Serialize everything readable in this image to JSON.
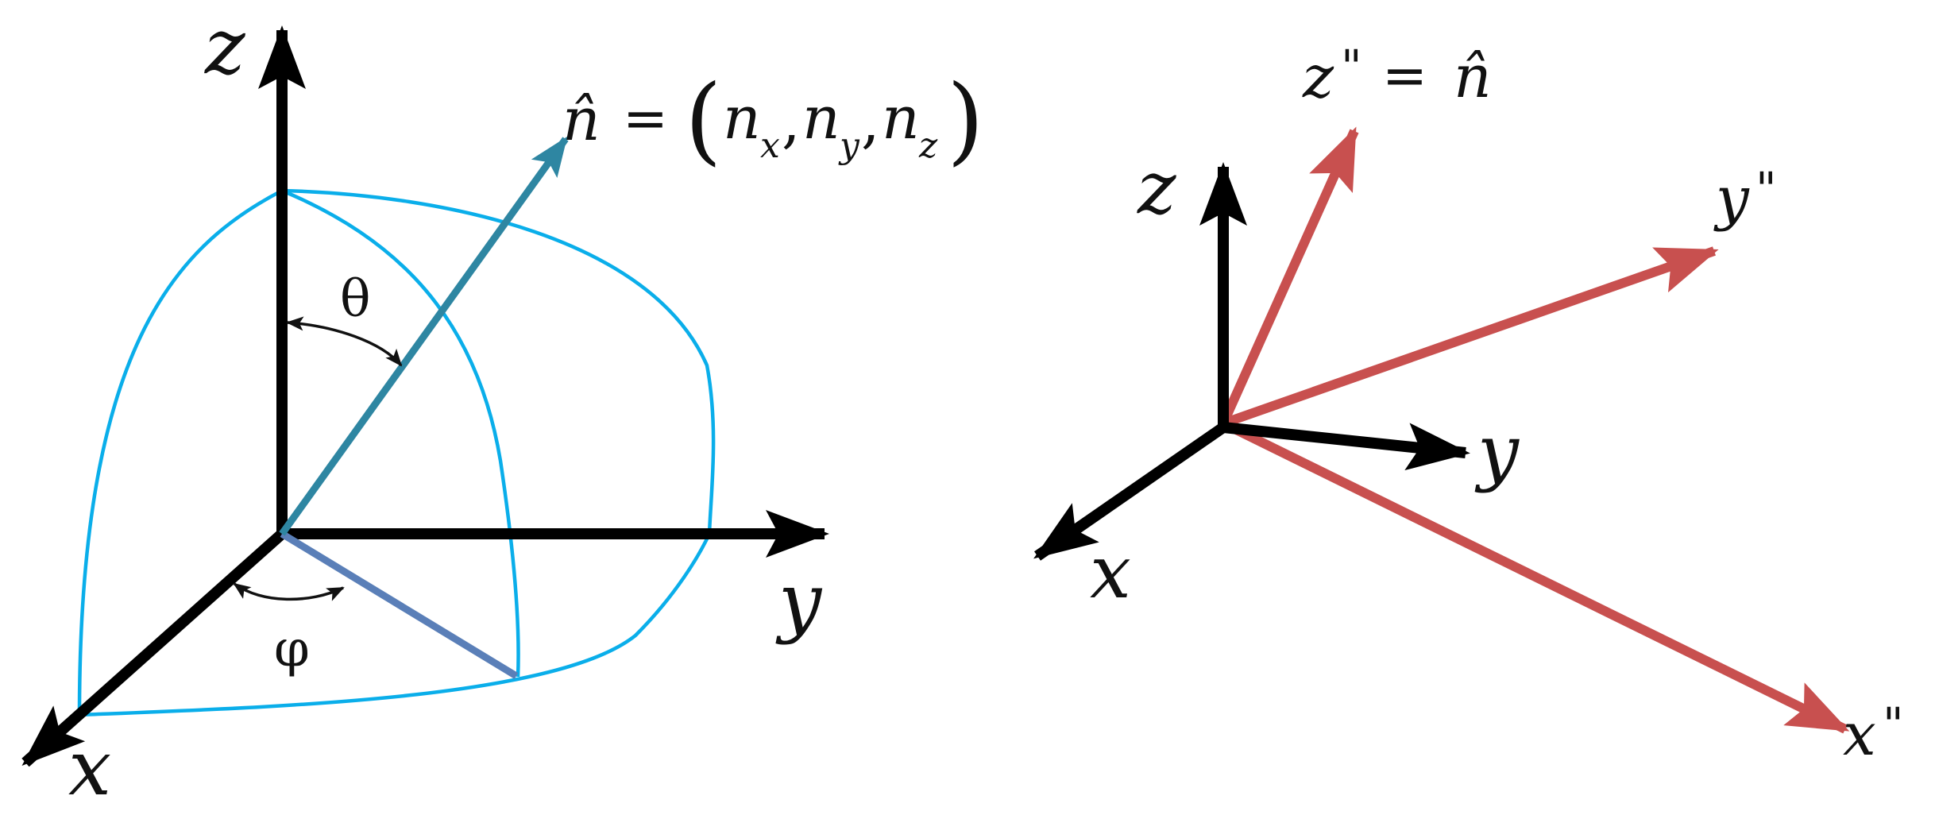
{
  "left_diagram": {
    "axes": {
      "z_label": "z",
      "y_label": "y",
      "x_label": "x"
    },
    "vector": {
      "hat": "n̂",
      "equals": "=",
      "open_paren": "(",
      "close_paren": ")",
      "n1": "n",
      "sub1": "x",
      "comma1": ",",
      "n2": "n",
      "sub2": "y",
      "comma2": ",",
      "n3": "n",
      "sub3": "z"
    },
    "angles": {
      "theta": "θ",
      "phi": "φ"
    }
  },
  "right_diagram": {
    "axes": {
      "z_label": "z",
      "y_label": "y",
      "x_label": "x"
    },
    "rotated_axes": {
      "z_letter": "z",
      "z_mark": "\"",
      "z_equals": "=",
      "z_hat": "n̂",
      "y_letter": "y",
      "y_mark": "\"",
      "x_letter": "x",
      "x_mark": "\""
    }
  },
  "colors": {
    "axis": "#000000",
    "sphere_outline": "#0aaeea",
    "normal_vector": "#2e86a2",
    "projection": "#5a7fb8",
    "rotated_axes": "#c8504f",
    "angle_arc": "#111111"
  }
}
